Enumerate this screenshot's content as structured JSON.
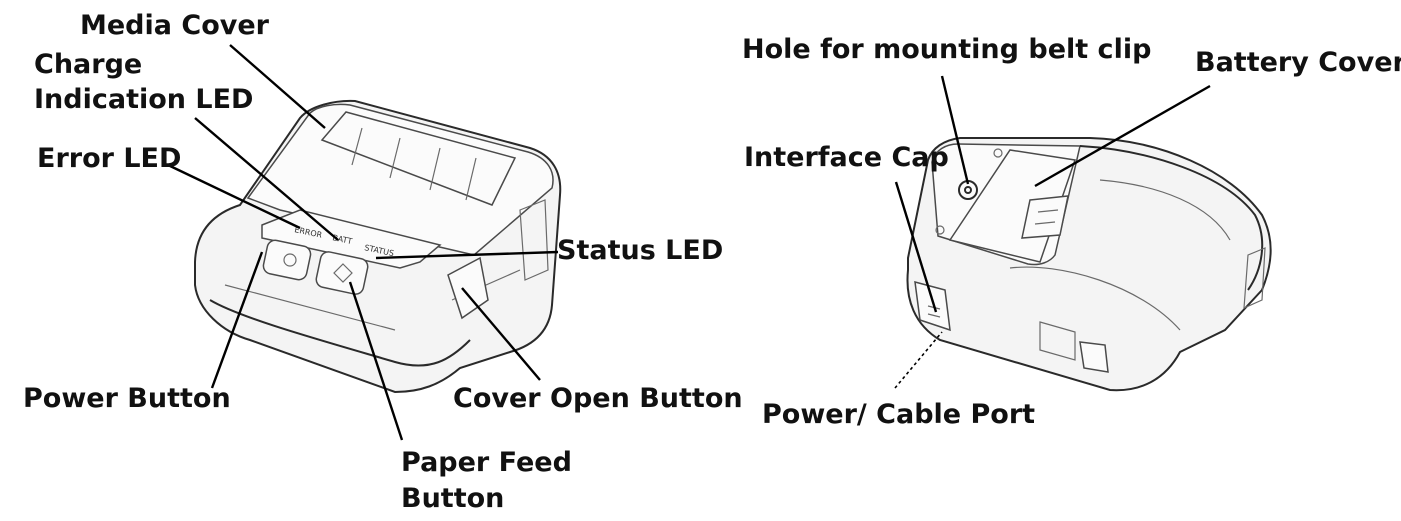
{
  "labels": {
    "media_cover": "Media Cover",
    "charge_led_line1": "Charge",
    "charge_led_line2": "Indication LED",
    "error_led": "Error LED",
    "status_led": "Status LED",
    "power_button": "Power Button",
    "cover_open_button": "Cover Open Button",
    "paper_feed_line1": "Paper Feed",
    "paper_feed_line2": "Button",
    "belt_clip_hole": "Hole for mounting belt clip",
    "battery_cover": "Battery Cover",
    "interface_cap": "Interface Cap",
    "power_cable_port": "Power/ Cable Port"
  },
  "panel_marks": {
    "error": "ERROR",
    "batt": "BATT",
    "status": "STATUS"
  }
}
